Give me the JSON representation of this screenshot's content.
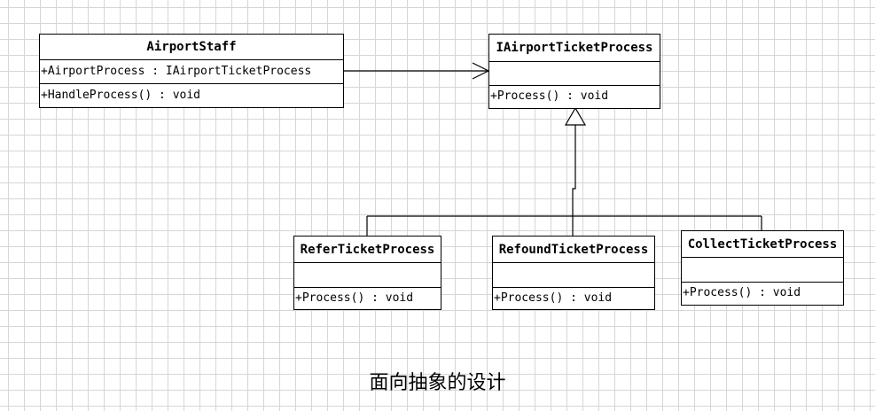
{
  "classes": {
    "airport_staff": {
      "name": "AirportStaff",
      "attributes": [
        "+AirportProcess : IAirportTicketProcess"
      ],
      "operations": [
        "+HandleProcess() : void"
      ]
    },
    "iairport_ticket_process": {
      "name": "IAirportTicketProcess",
      "attributes": [],
      "operations": [
        "+Process() : void"
      ]
    },
    "refer_ticket_process": {
      "name": "ReferTicketProcess",
      "attributes": [],
      "operations": [
        "+Process() : void"
      ]
    },
    "refound_ticket_process": {
      "name": "RefoundTicketProcess",
      "attributes": [],
      "operations": [
        "+Process() : void"
      ]
    },
    "collect_ticket_process": {
      "name": "CollectTicketProcess",
      "attributes": [],
      "operations": [
        "+Process() : void"
      ]
    }
  },
  "caption": "面向抽象的设计"
}
